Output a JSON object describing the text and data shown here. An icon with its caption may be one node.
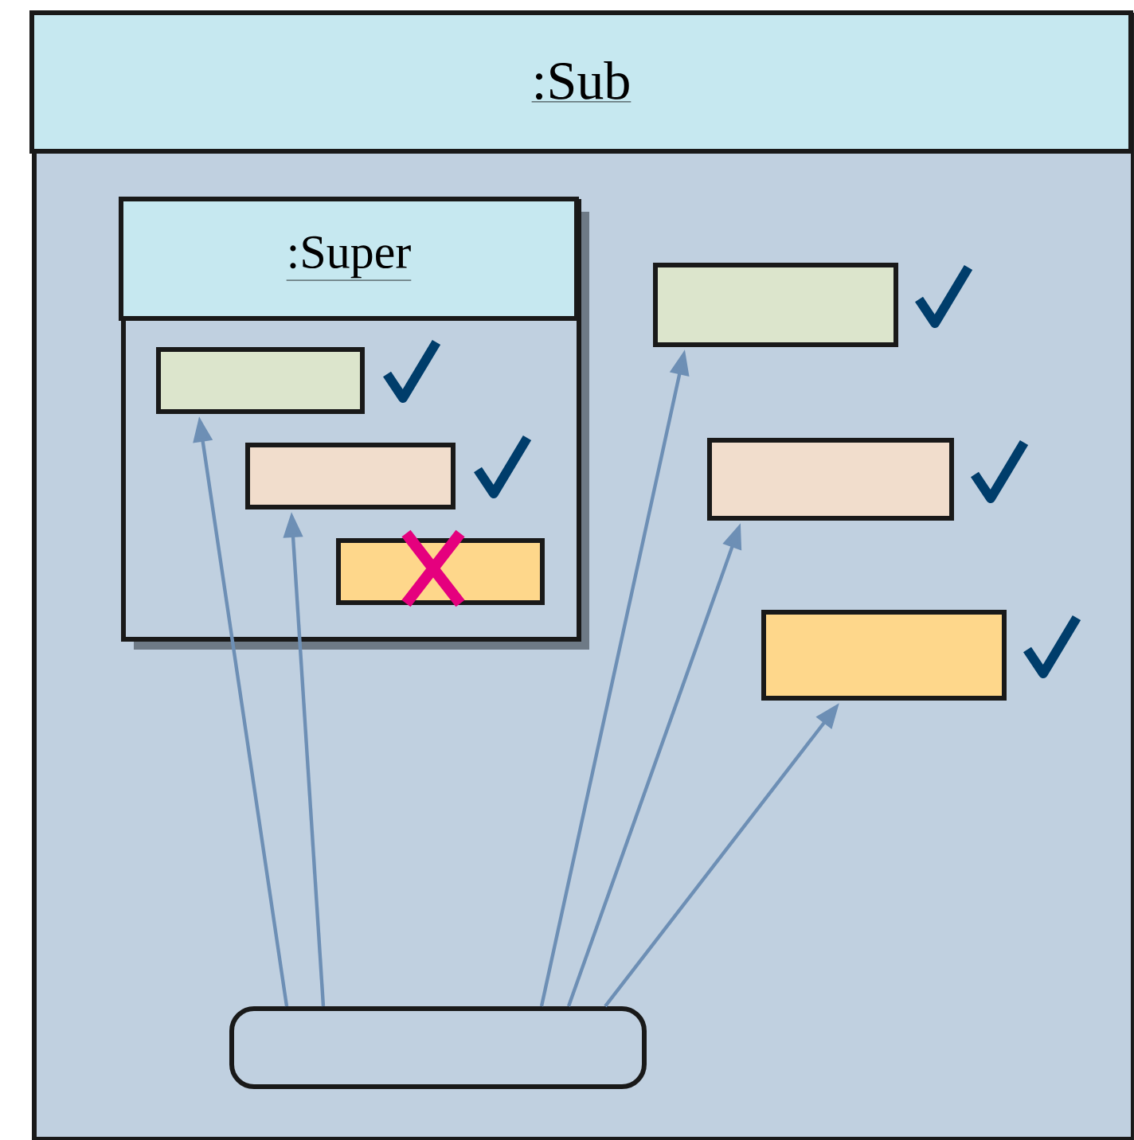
{
  "diagram": {
    "nodes": [
      {
        "text": [
          ":Sub"
        ]
      },
      {
        "text": [
          ":Super"
        ],
        "in": 0
      },
      {
        "text": [],
        "shape": "box",
        "in": 1
      },
      {
        "text": [],
        "shape": "box",
        "in": 1
      },
      {
        "text": [],
        "shape": "box",
        "in": 1
      },
      {
        "text": [],
        "shape": "box",
        "in": 0
      },
      {
        "text": [],
        "shape": "box",
        "in": 0
      },
      {
        "text": [],
        "shape": "box",
        "in": 0
      },
      {
        "text": [],
        "shape": "capsule",
        "in": 0
      }
    ],
    "edges": [
      {
        "from": 8,
        "to": 2,
        "arrow": "to"
      },
      {
        "from": 8,
        "to": 3,
        "arrow": "to"
      },
      {
        "from": 8,
        "to": 5,
        "arrow": "to"
      },
      {
        "from": 8,
        "to": 6,
        "arrow": "to"
      },
      {
        "from": 8,
        "to": 7,
        "arrow": "to"
      }
    ]
  }
}
